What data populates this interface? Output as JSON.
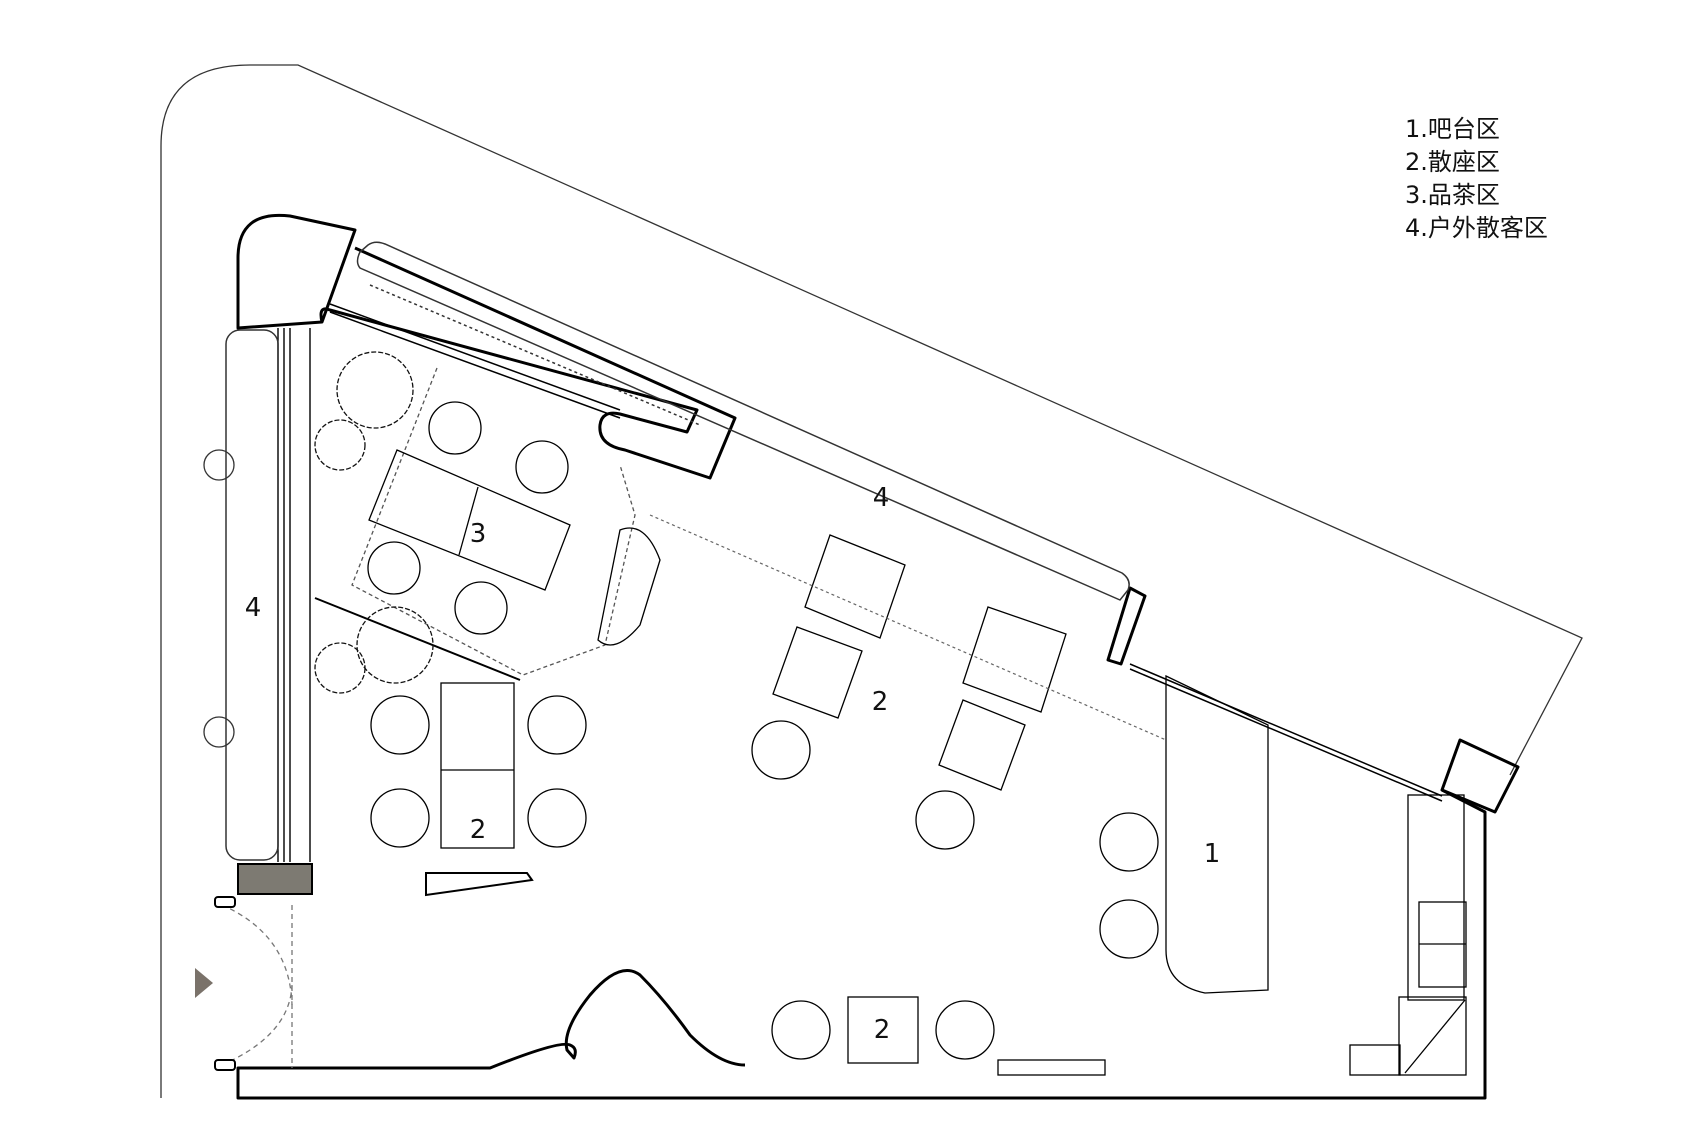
{
  "legend": [
    {
      "num": "1.",
      "label": "吧台区"
    },
    {
      "num": "2.",
      "label": "散座区"
    },
    {
      "num": "3.",
      "label": "品茶区"
    },
    {
      "num": "4.",
      "label": "户外散客区"
    }
  ],
  "zone_labels": {
    "bar": "1",
    "seating_main": "2",
    "seating_left": "2",
    "seating_bottom": "2",
    "tea": "3",
    "outdoor_top": "4",
    "outdoor_left": "4"
  },
  "colors": {
    "wall": "#000000",
    "line": "#222222",
    "door_arrow": "#7a726a",
    "wall_block": "#7d7a72"
  },
  "icons": {
    "entrance": "entrance-arrow-icon",
    "tree": "tree-icon",
    "light": "light-fixture-icon"
  }
}
